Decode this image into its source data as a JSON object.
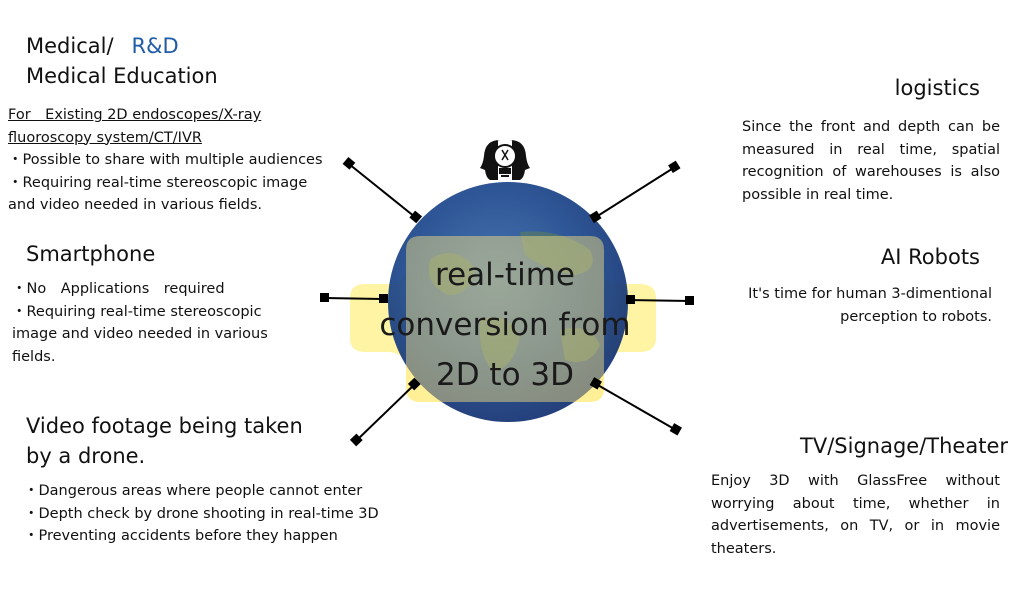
{
  "center": {
    "line1": "real-time",
    "line2": "conversion from",
    "line3": "2D to 3D",
    "icon": "head-lightbulb-icon",
    "colors": {
      "globe": "#1d3f86",
      "highlight": "#fff4a3",
      "connector": "#000000"
    }
  },
  "medical": {
    "title_prefix": "Medical/",
    "title_accent": "R&D",
    "title_line2": "Medical Education",
    "underline1": "For　Existing 2D endoscopes/X-ray",
    "underline2": "fluoroscopy system/CT/IVR",
    "bullet1": "Possible to share with multiple audiences",
    "bullet2a": "Requiring real-time stereoscopic image",
    "bullet2b": "and video needed in various fields."
  },
  "smartphone": {
    "title": "Smartphone",
    "bullet1": "No　Applications　required",
    "bullet2a": "Requiring real-time stereoscopic",
    "bullet2b": "image and video needed in various",
    "bullet2c": "fields."
  },
  "drone": {
    "title1": "Video footage being taken",
    "title2": "by a drone.",
    "bullets": [
      "Dangerous areas where people cannot enter",
      "Depth check by drone shooting in real-time 3D",
      "Preventing accidents before they happen"
    ]
  },
  "logistics": {
    "title": "logistics",
    "lines": [
      "Since the front and depth can be",
      "measured in real time, spatial",
      "recognition of warehouses is also",
      "possible in real time."
    ]
  },
  "ai_robots": {
    "title": "AI Robots",
    "line1": "It's time  for human 3-dimentional",
    "line2": "perception to robots."
  },
  "tv": {
    "title": "TV/Signage/Theater",
    "lines": [
      "Enjoy 3D with GlassFree without",
      "worrying about time, whether in",
      "advertisements, on TV, or in movie",
      "theaters."
    ]
  }
}
